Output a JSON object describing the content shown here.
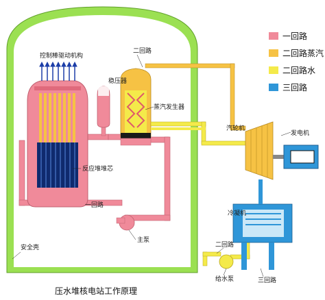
{
  "title": "压水堆核电站工作原理",
  "legend": [
    {
      "label": "一回路",
      "color": "#f08a9a"
    },
    {
      "label": "二回路蒸汽",
      "color": "#f6c244"
    },
    {
      "label": "二回路水",
      "color": "#f4ea4a"
    },
    {
      "label": "三回路",
      "color": "#2f96d8"
    }
  ],
  "labels": {
    "control_rods": "控制棒驱动机构",
    "pressurizer": "稳压器",
    "secondary_loop_top": "二回路",
    "steam_generator": "蒸汽发生器",
    "turbine": "汽轮机",
    "generator": "发电机",
    "reactor_core": "反应堆堆芯",
    "primary_loop": "一回路",
    "main_pump": "主泵",
    "condenser": "冷凝机",
    "secondary_loop_bottom": "二回路",
    "feed_pump": "给水泵",
    "tertiary_loop": "三回路",
    "containment": "安全壳"
  },
  "colors": {
    "containment": "#9be052",
    "primary": "#f08a9a",
    "steam": "#f6c244",
    "water": "#f4ea4a",
    "tertiary": "#2f96d8",
    "core": "#0f2a6e"
  }
}
